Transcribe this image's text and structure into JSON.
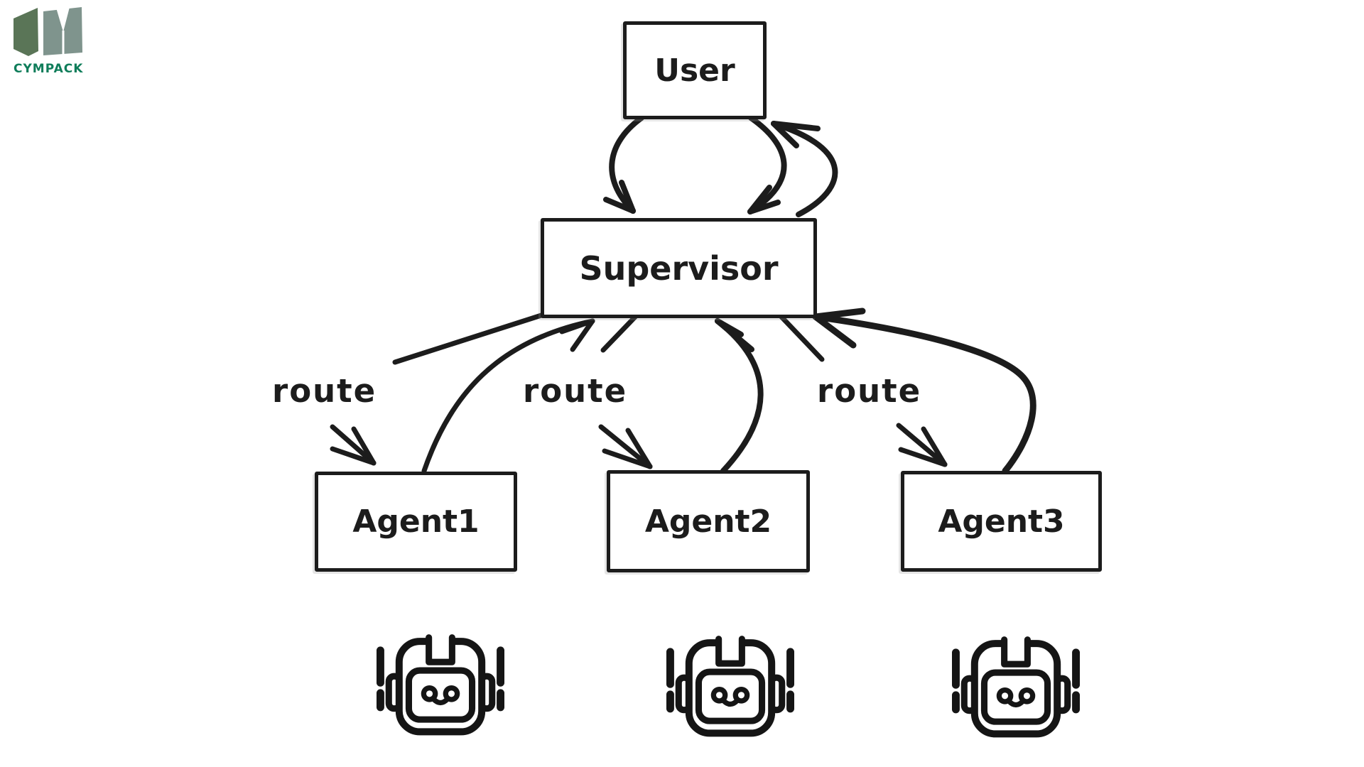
{
  "logo": {
    "text": "CYMPACK",
    "text_color": "#0f7d5a",
    "mark_left_color": "#5a7557",
    "mark_right_color": "#7f948d"
  },
  "diagram": {
    "stroke_color": "#1c1c1c",
    "nodes": {
      "user": {
        "label": "User"
      },
      "supervisor": {
        "label": "Supervisor"
      },
      "agents": [
        {
          "label": "Agent1"
        },
        {
          "label": "Agent2"
        },
        {
          "label": "Agent3"
        }
      ]
    },
    "edge_labels": [
      "route",
      "route",
      "route"
    ],
    "robot_icon": "robot-icon"
  }
}
